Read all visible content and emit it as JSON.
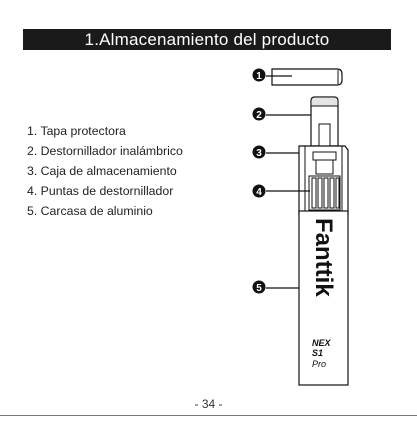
{
  "title": "1.Almacenamiento del producto",
  "parts": [
    {
      "number": "1",
      "label": "1. Tapa protectora"
    },
    {
      "number": "2",
      "label": "2. Destornillador inalámbrico"
    },
    {
      "number": "3",
      "label": "3. Caja de almacenamiento"
    },
    {
      "number": "4",
      "label": "4. Puntas de destornillador"
    },
    {
      "number": "5",
      "label": "5. Carcasa de aluminio"
    }
  ],
  "brand": "Fanttik",
  "model": {
    "line1": "NEX",
    "line2": "S1",
    "line3": "Pro"
  },
  "page_number": "- 34 -",
  "colors": {
    "title_bg": "#1a1a1a",
    "title_text": "#ffffff",
    "line": "#111111"
  }
}
